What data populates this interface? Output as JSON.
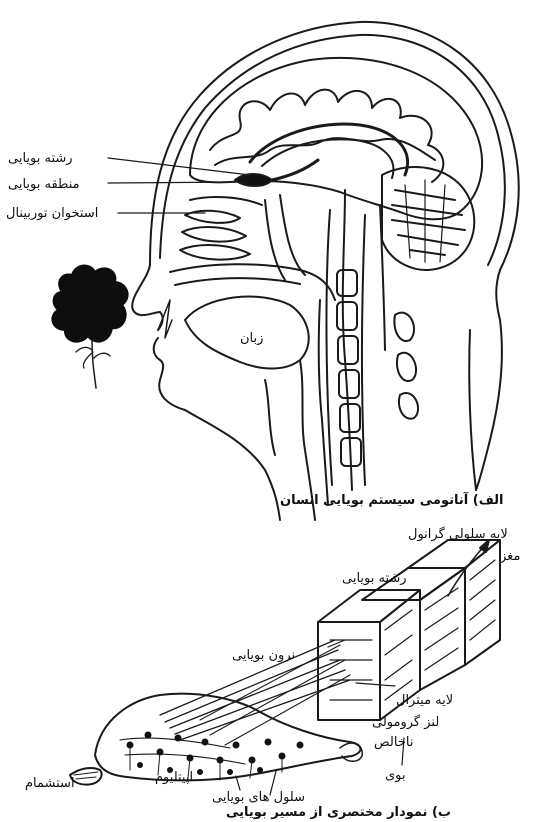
{
  "figure_a": {
    "labels": {
      "olfactory_nerve": "رشته بویایی",
      "olfactory_region": "منطقه بویایی",
      "turbinate_bone": "استخوان توربینال",
      "tongue": "زبان"
    },
    "caption": "الف) آناتومی سیستم بویایی انسان"
  },
  "figure_b": {
    "labels": {
      "granule_cell_layer": "لایه سلولی گرانول",
      "brain": "مغز",
      "olfactory_nerve": "رشته بویایی",
      "olfactory_neuron": "نرون بویایی",
      "mitral_layer": "لایه میترال",
      "glomerular_layer": "لنز گرومولی",
      "impurities": "ناخالص",
      "odor": "بوی",
      "inhale": "استشمام",
      "epithelium": "اپیتلیوم",
      "olfactory_cells": "سلول های بویایی"
    },
    "caption": "ب) نمودار مختصری از مسیر بویایی"
  }
}
